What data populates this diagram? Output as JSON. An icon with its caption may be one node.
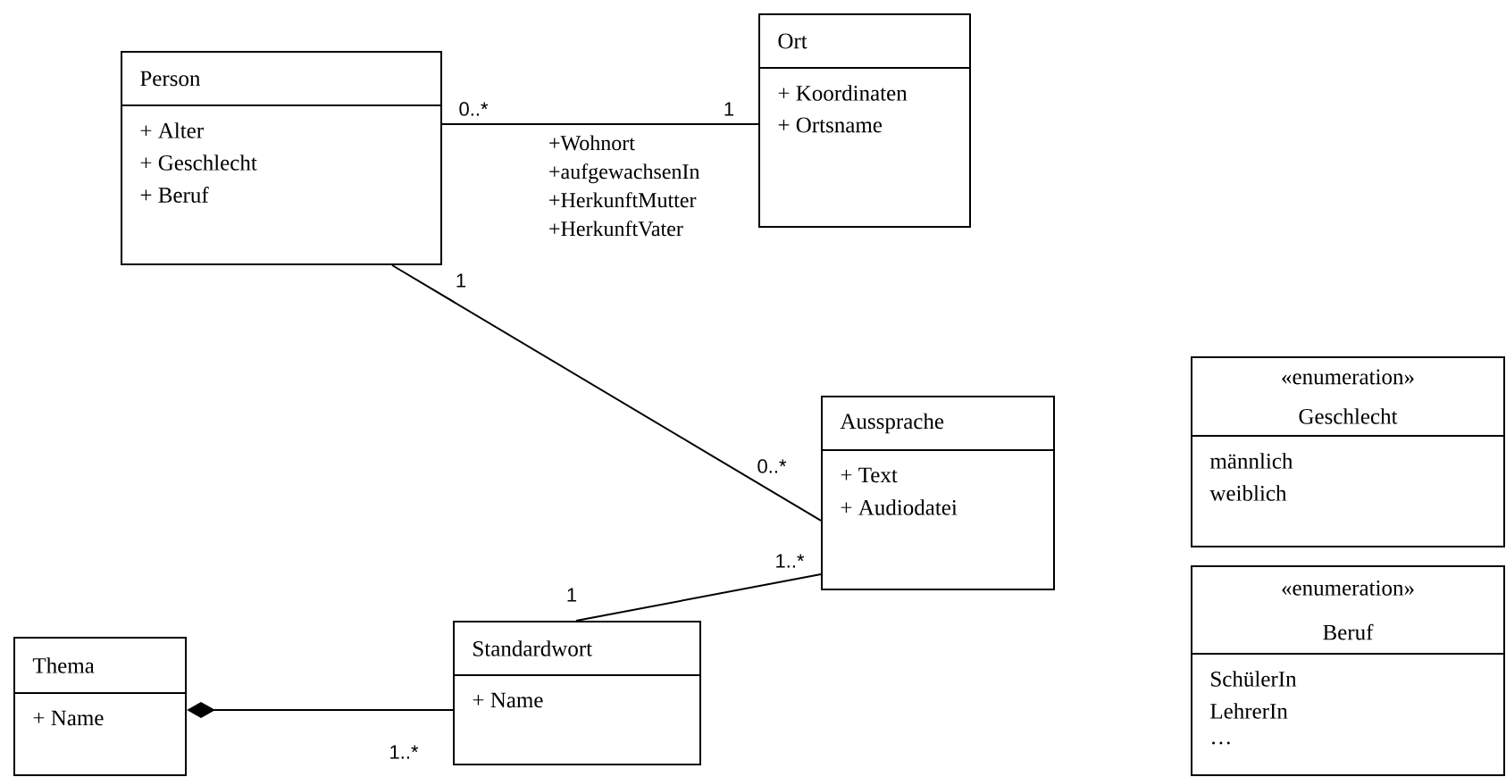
{
  "diagram": {
    "nodes": [
      {
        "text": [
          "Person",
          "+ Alter",
          "+ Geschlecht",
          "+ Beruf"
        ]
      },
      {
        "text": [
          "Ort",
          "+ Koordinaten",
          "+ Ortsname"
        ]
      },
      {
        "text": [
          "Aussprache",
          "+ Text",
          "+ Audiodatei"
        ]
      },
      {
        "text": [
          "Standardwort",
          "+ Name"
        ]
      },
      {
        "text": [
          "Thema",
          "+ Name"
        ]
      },
      {
        "text": [
          "«enumeration»",
          "Geschlecht",
          "männlich",
          "weiblich"
        ]
      },
      {
        "text": [
          "«enumeration»",
          "Beruf",
          "SchülerIn",
          "LehrerIn",
          "…"
        ]
      }
    ],
    "edges": [
      {
        "from": 0,
        "to": 1,
        "arrow": "none",
        "label": "+Wohnort +aufgewachsenIn +HerkunftMutter +HerkunftVater"
      },
      {
        "from": 0,
        "to": 2,
        "arrow": "none"
      },
      {
        "from": 2,
        "to": 3,
        "arrow": "none"
      },
      {
        "from": 4,
        "to": 3,
        "arrow": "other"
      }
    ],
    "labels": [
      "0..*",
      "1",
      "1",
      "0..*",
      "1..*",
      "1",
      "1..*"
    ]
  }
}
